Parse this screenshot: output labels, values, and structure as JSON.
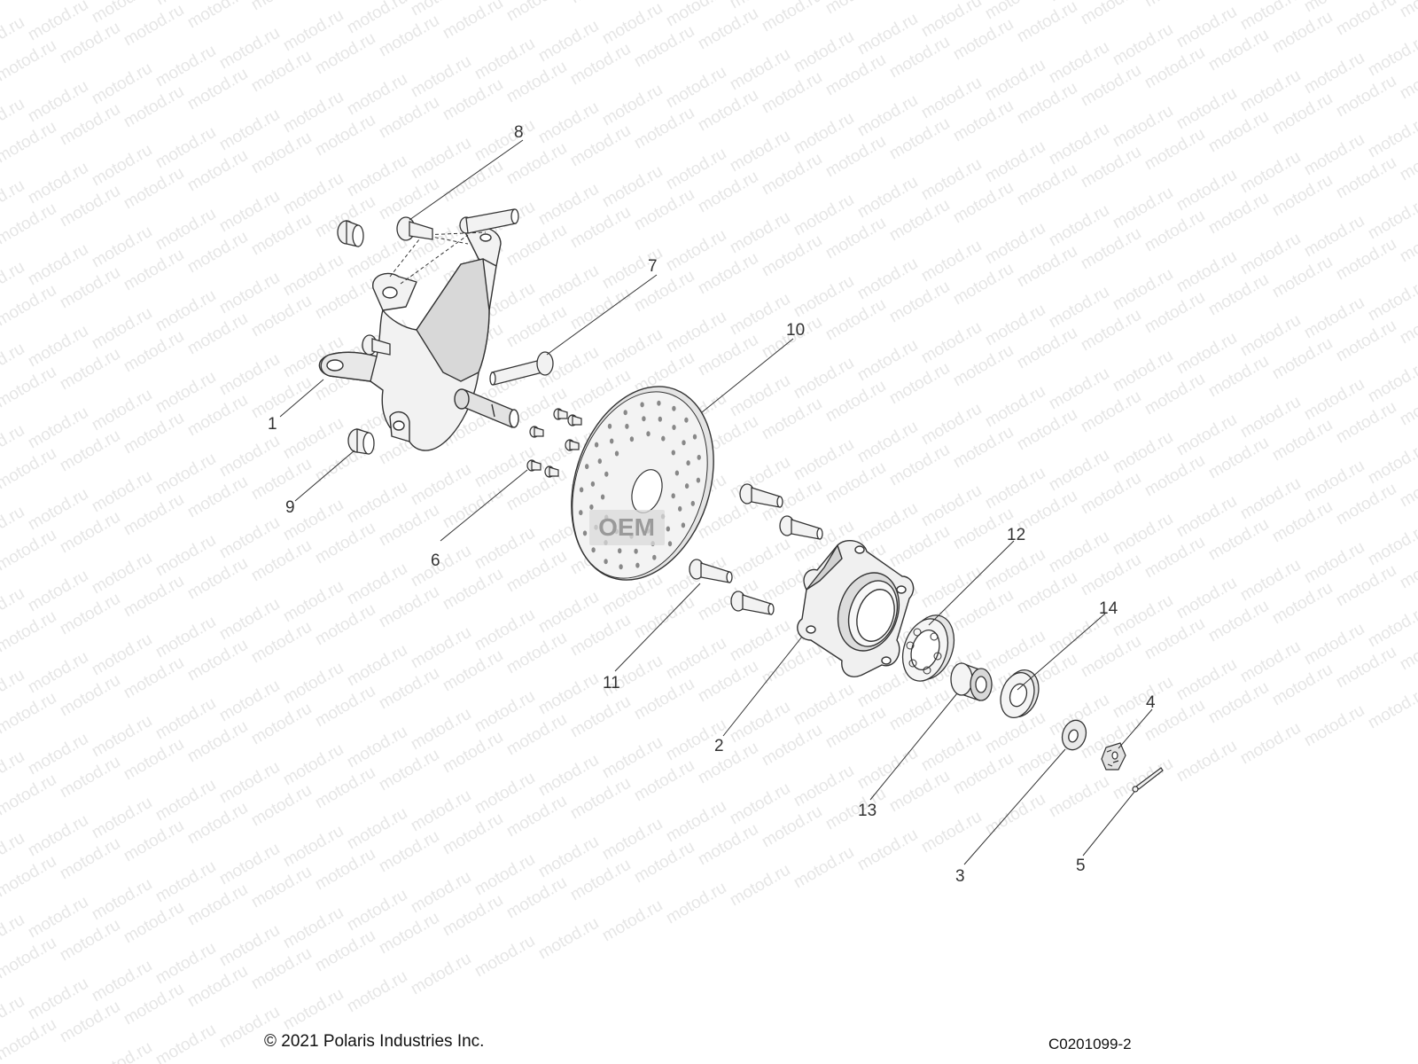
{
  "watermark": "motod.ru",
  "copyright": "© 2021 Polaris Industries Inc.",
  "drawing_code": "C0201099-2",
  "stamp_text": "OEM",
  "callouts": [
    "1",
    "2",
    "3",
    "4",
    "5",
    "6",
    "7",
    "8",
    "9",
    "10",
    "11",
    "12",
    "13",
    "14"
  ],
  "colors": {
    "line": "#333333",
    "part_fill": "#f2f2f2",
    "part_shadow": "#c8c8c8",
    "watermark": "#e6e6e6"
  }
}
